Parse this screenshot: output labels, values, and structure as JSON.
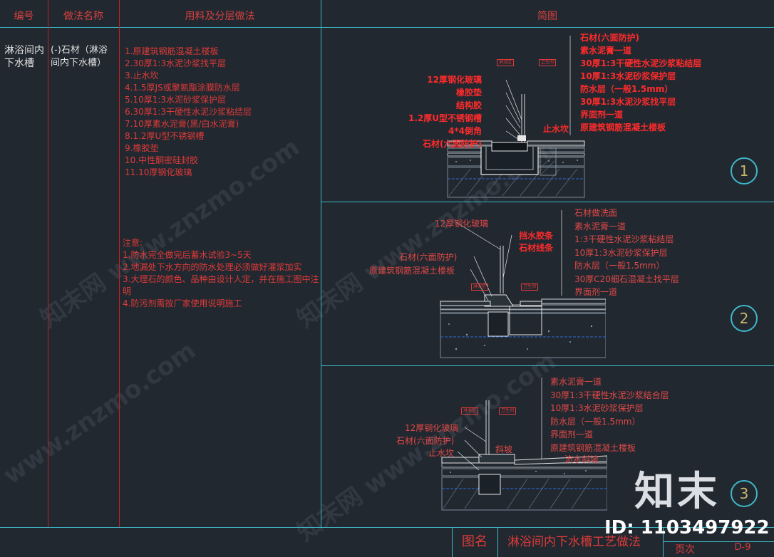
{
  "header": {
    "col_number": "编号",
    "col_method_name": "做法名称",
    "col_materials": "用料及分层做法",
    "col_diagram": "简图"
  },
  "row": {
    "number": "淋浴间内下水槽",
    "method_name": "(-)石材（淋浴间内下水槽）",
    "layers": [
      "1.原建筑钢筋混凝土楼板",
      "2.30厚1:3水泥沙浆找平层",
      "3.止水坎",
      "4.1.5厚JS或聚氨酯涂膜防水层",
      "5.10厚1:3水泥砂浆保护层",
      "6.30厚1:3干硬性水泥沙浆粘结层",
      "7.10厚素水泥膏(黑/白水泥膏)",
      "8.1.2厚U型不锈钢槽",
      "9.橡胶垫",
      "10.中性酮密硅封胶",
      "11.10厚钢化玻璃"
    ],
    "notes": [
      "注意:",
      "1.防水完全做完后蓄水试验3~5天",
      "2.地漏处下水方向的防水处理必须做好灌浆加实",
      "3.大理石的颜色、品种由设计人定，并在施工图中注明",
      "4.防污剂需按厂家使用说明施工"
    ]
  },
  "details": [
    {
      "index": "1",
      "right_labels": [
        "石材(六面防护)",
        "素水泥膏一道",
        "30厚1:3干硬性水泥沙浆粘结层",
        "10厚1:3水泥砂浆保护层",
        "防水层（一般1.5mm）",
        "30厚1:3水泥沙浆找平层",
        "界面剂一道",
        "原建筑钢筋混凝土楼板"
      ],
      "left_labels": [
        "12厚钢化玻璃",
        "橡胶垫",
        "结构胶",
        "1.2厚U型不锈钢槽",
        "4*4倒角",
        "石材(六面防护)"
      ],
      "mid_label": "止水坎"
    },
    {
      "index": "2",
      "right_labels": [
        "石材做洗面",
        "素水泥膏一道",
        "1:3干硬性水泥沙浆粘结层",
        "10厚1:3水泥砂浆保护层",
        "防水层（一般1.5mm）",
        "30厚C20细石混凝土找平层",
        "界面剂一道"
      ],
      "left_labels": [
        "12厚钢化玻璃",
        "石材(六面防护)",
        "原建筑钢筋混凝土楼板"
      ],
      "mid_labels": [
        "挡水胶条",
        "石材线条"
      ]
    },
    {
      "index": "3",
      "right_labels": [
        "素水泥膏一道",
        "30厚1:3干硬性水泥沙浆结合层",
        "10厚1:3水泥砂浆保护层",
        "防水层（一般1.5mm）",
        "界面剂一道",
        "原建筑钢筋混凝土楼板",
        "流水斜坡"
      ],
      "left_labels": [
        "12厚钢化玻璃",
        "石材(六面防护)",
        "止水坎"
      ],
      "mid_label": "斜坡"
    }
  ],
  "footer": {
    "drawing_name_label": "图名",
    "drawing_name": "淋浴间内下水槽工艺做法",
    "page_label": "页次",
    "page_value": "D-9"
  },
  "overlay": {
    "logo_text": "知末",
    "id_text": "ID: 1103497922"
  },
  "colors": {
    "background": "#212830",
    "frame": "#3fb8c8",
    "annotation_red": "#e03a38"
  }
}
